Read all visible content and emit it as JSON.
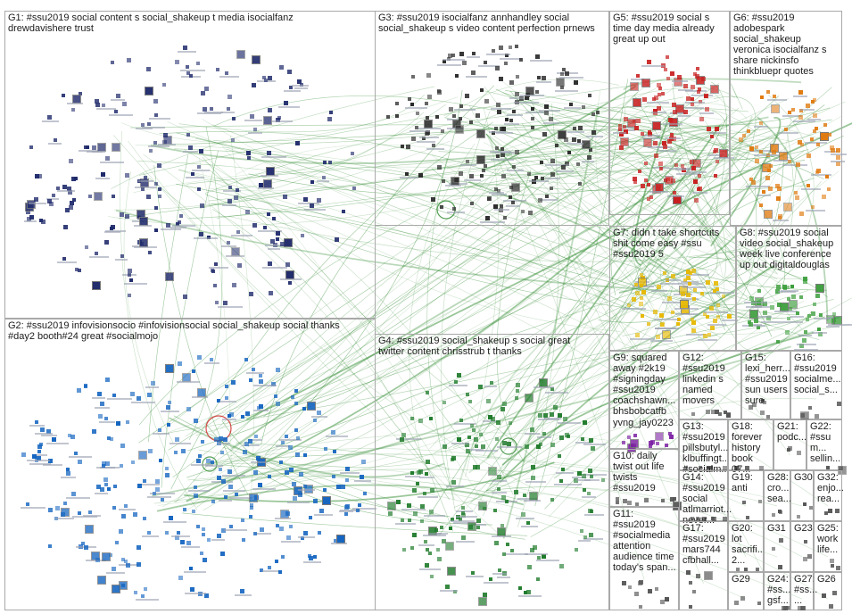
{
  "colors": {
    "edge": "#2f8a2f",
    "border": "#a9a9a9",
    "text": "#202020",
    "loop": "#d02020"
  },
  "groups": [
    {
      "id": "g1",
      "label": "G1: #ssu2019 social content s social_shakeup t media isocialfanz\ndrewdavishere trust",
      "color": "#1f2a6b",
      "density": 200
    },
    {
      "id": "g3",
      "label": "G3: #ssu2019 isocialfanz annhandley social\nsocial_shakeup s video content perfection prnews",
      "color": "#2a2a2a",
      "density": 160
    },
    {
      "id": "g5",
      "label": "G5: #ssu2019 social s\ntime day media already\ngreat up out",
      "color": "#c81e1e",
      "density": 110
    },
    {
      "id": "g6",
      "label": "G6: #ssu2019\nadobespark\nsocial_shakeup\nveronica isocialfanz s\nshare nickinsfo\nthinkbluepr quotes",
      "color": "#e07a10",
      "density": 70
    },
    {
      "id": "g7",
      "label": "G7: didn t take shortcuts\nshit come easy #ssu\n#ssu2019 5",
      "color": "#e6b800",
      "density": 60
    },
    {
      "id": "g8",
      "label": "G8: #ssu2019 social\nvideo social_shakeup\nweek live conference\nup out digitaldouglas",
      "color": "#3c9e3c",
      "density": 50
    },
    {
      "id": "g2",
      "label": "G2: #ssu2019 infovisionsocio #infovisionsocial social_shakeup social thanks\n#day2 booth#24 great #socialmojo",
      "color": "#1565c0",
      "density": 260
    },
    {
      "id": "g4",
      "label": "G4: #ssu2019 social_shakeup s social great\ntwitter content chrisstrub t thanks",
      "color": "#1e7a2a",
      "density": 170
    },
    {
      "id": "g9",
      "label": "G9: squared\naway #2k19\n#signingday\n#ssu2019\ncoachshawn...\nbhsbobcatfb\nyvng_jay0223",
      "color": "#7b1fa2",
      "density": 14
    },
    {
      "id": "g12",
      "label": "G12:\n#ssu2019\nlinkedin s\nnamed\nmovers",
      "color": "#555555",
      "density": 8
    },
    {
      "id": "g15",
      "label": "G15:\nlexi_herr...\n#ssu2019\nsun users sure",
      "color": "#555555",
      "density": 6
    },
    {
      "id": "g16",
      "label": "G16:\n#ssu2019\nsocialme...\nsocial_s...",
      "color": "#555555",
      "density": 5
    },
    {
      "id": "g13",
      "label": "G13:\n#ssu2019\npillsbutyl...\nklbuffingt...\n#socialm...",
      "color": "#555555",
      "density": 6
    },
    {
      "id": "g18",
      "label": "G18:\nforever\nhistory\nbook 07...",
      "color": "#555555",
      "density": 5
    },
    {
      "id": "g21",
      "label": "G21:\npodc...",
      "color": "#555555",
      "density": 3
    },
    {
      "id": "g22",
      "label": "G22:\n#ssu\nm...\nsellin...",
      "color": "#555555",
      "density": 3
    },
    {
      "id": "g10",
      "label": "G10: daily\ntwist out life\ntwists\n#ssu2019",
      "color": "#555555",
      "density": 10
    },
    {
      "id": "g14",
      "label": "G14:\n#ssu2019\nsocial\natlmarriot...\nnever...",
      "color": "#555555",
      "density": 6
    },
    {
      "id": "g19",
      "label": "G19:\nanti",
      "color": "#555555",
      "density": 3
    },
    {
      "id": "g28",
      "label": "G28:\ncro...\nsea...",
      "color": "#555555",
      "density": 3
    },
    {
      "id": "g30",
      "label": "G30",
      "color": "#555555",
      "density": 3
    },
    {
      "id": "g32",
      "label": "G32:\nenjo...\nrea...",
      "color": "#555555",
      "density": 3
    },
    {
      "id": "g20",
      "label": "G20:\nlot\nsacrifi...\n2...",
      "color": "#555555",
      "density": 3
    },
    {
      "id": "g31",
      "label": "G31",
      "color": "#555555",
      "density": 3
    },
    {
      "id": "g23",
      "label": "G23",
      "color": "#555555",
      "density": 3
    },
    {
      "id": "g25",
      "label": "G25:\nwork\nlife...",
      "color": "#555555",
      "density": 3
    },
    {
      "id": "g11",
      "label": "G11:\n#ssu2019\n#socialmedia\nattention\naudience time\ntoday's span...",
      "color": "#555555",
      "density": 10
    },
    {
      "id": "g17",
      "label": "G17:\n#ssu2019\nmars744\ncfbhall...",
      "color": "#555555",
      "density": 6
    },
    {
      "id": "g29",
      "label": "G29",
      "color": "#555555",
      "density": 3
    },
    {
      "id": "g24",
      "label": "G24:\n#ss...\ngsf...",
      "color": "#555555",
      "density": 3
    },
    {
      "id": "g27",
      "label": "G27:\n#ss...\n...",
      "color": "#555555",
      "density": 3
    },
    {
      "id": "g26",
      "label": "G26",
      "color": "#555555",
      "density": 3
    }
  ]
}
